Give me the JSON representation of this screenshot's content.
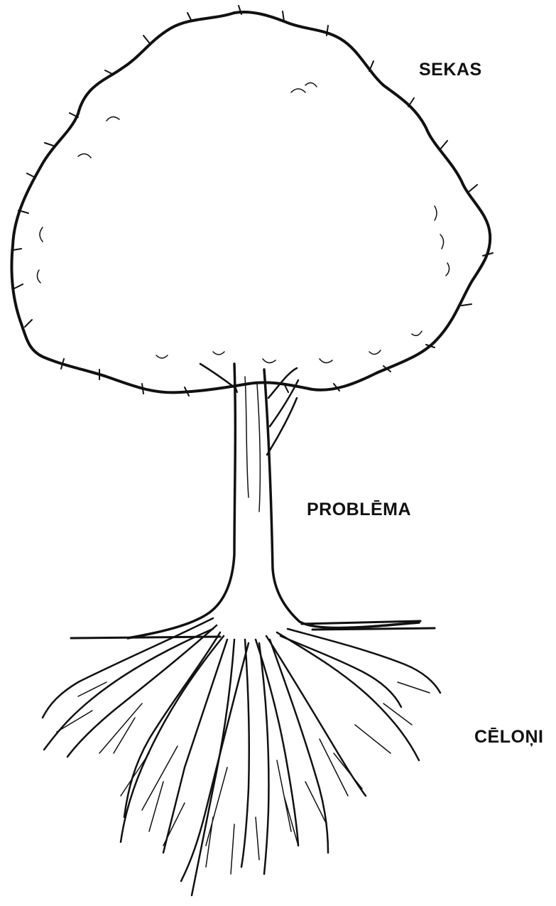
{
  "labels": {
    "effects": "SEKAS",
    "problem": "PROBLĒMA",
    "causes": "CĒLOŅI"
  },
  "colors": {
    "ink": "#111111",
    "background": "#ffffff"
  }
}
